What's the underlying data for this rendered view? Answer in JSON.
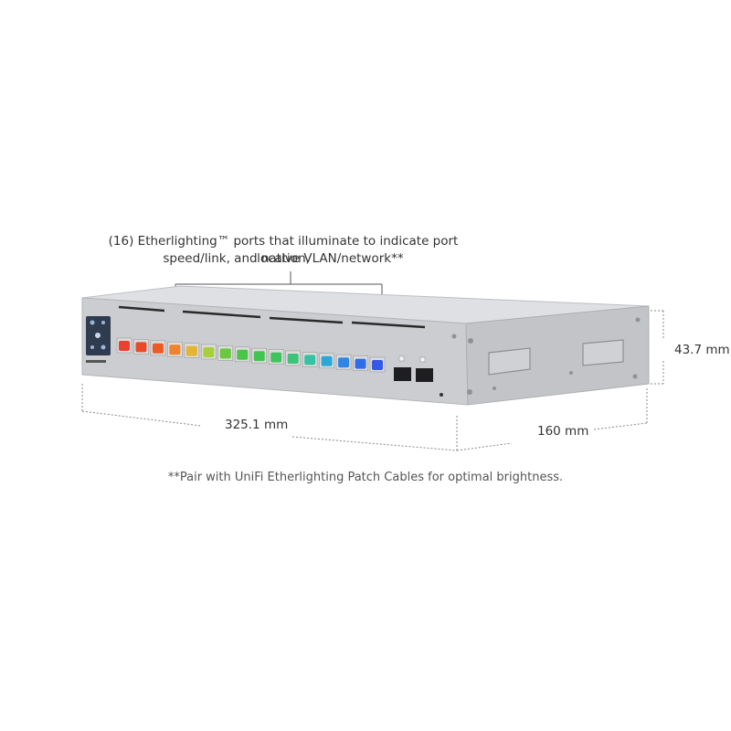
{
  "callout": {
    "line1": "(16) Etherlighting™ ports that illuminate to indicate port location,",
    "line2": "speed/link, and native VLAN/network**"
  },
  "dimensions": {
    "width": "325.1 mm",
    "depth": "160 mm",
    "height": "43.7 mm"
  },
  "footnote": "**Pair with UniFi Etherlighting Patch Cables for optimal brightness.",
  "device": {
    "port_count": 16,
    "sfp_count": 2,
    "port_colors": [
      "#e8412f",
      "#ea4a2a",
      "#ee5a26",
      "#f0832a",
      "#e3b533",
      "#a7cf3a",
      "#69c83f",
      "#4bc545",
      "#42c450",
      "#3fc45d",
      "#3cc47a",
      "#36c3a3",
      "#2fa6d8",
      "#2f86e6",
      "#2f6ce8",
      "#3658e6"
    ],
    "body_color": "#c9cbce",
    "top_color": "#d8dadd",
    "side_color": "#b9bbbf"
  }
}
